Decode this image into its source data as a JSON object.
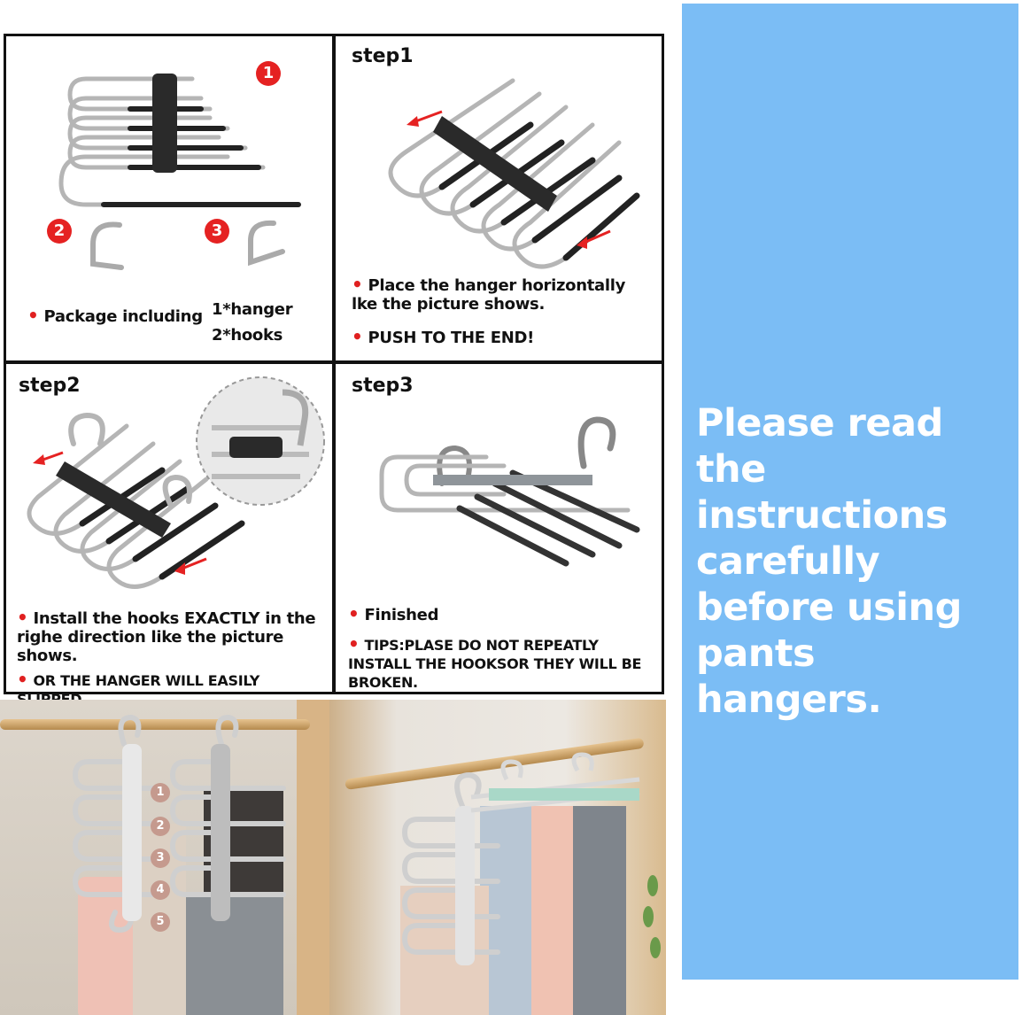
{
  "panels": {
    "package": {
      "badges": [
        "1",
        "2",
        "3"
      ],
      "bullet_label": "Package including",
      "contents": [
        "1*hanger",
        "2*hooks"
      ]
    },
    "step1": {
      "title": "step1",
      "bullets": [
        "Place the hanger horizontally lke the picture shows.",
        "PUSH TO THE END!"
      ]
    },
    "step2": {
      "title": "step2",
      "bullets": [
        "Install the hooks EXACTLY in the righe direction like the picture shows.",
        "OR THE HANGER WILL EASILY SLIPPED."
      ]
    },
    "step3": {
      "title": "step3",
      "bullets": [
        "Finished",
        "TIPS:PLASE DO NOT REPEATLY INSTALL THE HOOKSOR THEY WILL BE BROKEN."
      ]
    }
  },
  "photo_labels": [
    "1",
    "2",
    "3",
    "4",
    "5"
  ],
  "side_note": "Please read the instructions carefully before using pants hangers.",
  "colors": {
    "accent_red": "#e52222",
    "side_blue": "#7bbdf5"
  }
}
